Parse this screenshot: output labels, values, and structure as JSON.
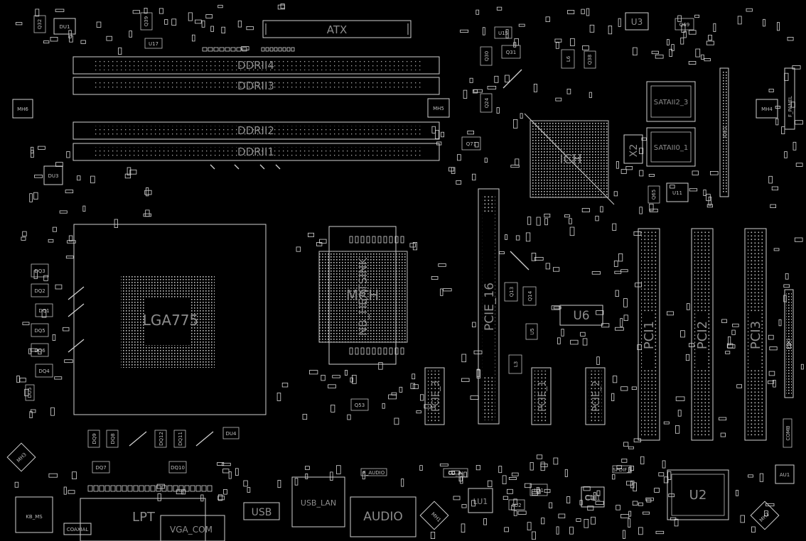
{
  "labels": {
    "atx": "ATX",
    "ddr4": "DDRII4",
    "ddr3": "DDRII3",
    "ddr2": "DDRII2",
    "ddr1": "DDRII1",
    "lga": "LGA775",
    "mch": "MCH",
    "nb": "NB_HEATSINK",
    "pcie16": "PCIE_16",
    "pcie3": "PCIE_3",
    "pcie1": "PCIE_1",
    "pcie2": "PCIE_2",
    "pci1": "PCI1",
    "pci2": "PCI2",
    "pci3": "PCI3",
    "ich": "ICH",
    "u6": "U6",
    "u2": "U2",
    "u3": "U3",
    "u11": "U11",
    "sata23": "SATAII2_3",
    "sata01": "SATAII0_1",
    "x2": "X2",
    "ide1": "IDE1",
    "fpanel": "F_PANEL",
    "fdd": "FDD",
    "lpt": "LPT",
    "usb": "USB",
    "usblan": "USB_LAN",
    "audio": "AUDIO",
    "vgacom": "VGA_COM",
    "kbms": "KB_MS",
    "lu1": "LU1",
    "cu1": "CU1",
    "au1": "AU1",
    "du1": "DU1",
    "du3": "DU3",
    "mh1": "MH1",
    "mh2": "MH2",
    "mh3": "MH3",
    "mh4": "MH4",
    "mh5": "MH5",
    "mh6": "MH6",
    "cdin": "CD_IN",
    "faudio": "F_AUDIO",
    "comb": "COMB",
    "l3": "L3",
    "u5": "U5",
    "q13": "Q13",
    "q14": "Q14",
    "q53": "Q53",
    "q71": "Q71",
    "q69": "Q69",
    "q31": "Q31",
    "q30": "Q30",
    "q24": "Q24",
    "q38": "Q38",
    "q65": "Q65",
    "q39": "Q39",
    "q32": "Q32",
    "u15": "U15",
    "u17": "U17",
    "l6": "L6",
    "dq1": "DQ1",
    "dq2": "DQ2",
    "dq3": "DQ3",
    "dq4": "DQ4",
    "dq5": "DQ5",
    "dq6": "DQ6",
    "dq7": "DQ7",
    "dq8": "DQ8",
    "dq9": "DQ9",
    "dq10": "DQ10",
    "dq11": "DQ11",
    "dq12": "DQ12",
    "du4": "DU4",
    "du5": "DU5",
    "lq1": "LQ1",
    "lu2": "LU2",
    "coaxial": "COAXIAL",
    "spdif": "SPDIF_I"
  }
}
